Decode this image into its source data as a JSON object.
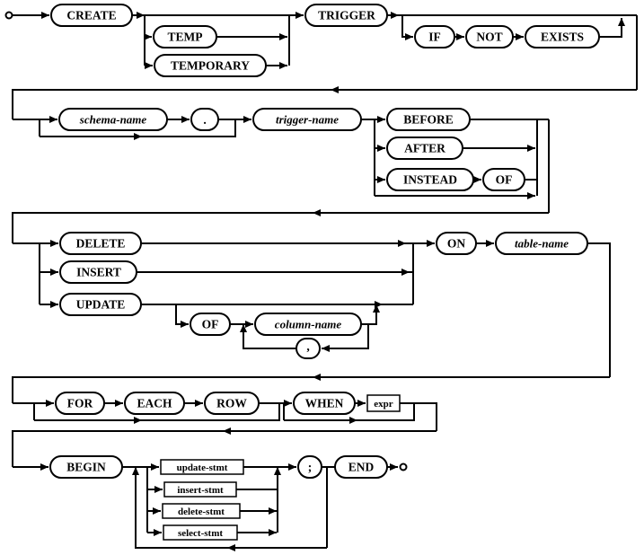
{
  "colors": {
    "line": "#000000",
    "node_border": "#000000",
    "node_fill": "#ffffff",
    "text": "#000000",
    "background": "#ffffff"
  },
  "nodes": {
    "create": "CREATE",
    "temp": "TEMP",
    "temporary": "TEMPORARY",
    "trigger": "TRIGGER",
    "if_kw": "IF",
    "not_kw": "NOT",
    "exists_kw": "EXISTS",
    "schema_name": "schema-name",
    "dot": ".",
    "trigger_name": "trigger-name",
    "before": "BEFORE",
    "after": "AFTER",
    "instead": "INSTEAD",
    "of_kw": "OF",
    "delete_kw": "DELETE",
    "insert_kw": "INSERT",
    "update_kw": "UPDATE",
    "column_name": "column-name",
    "comma": ",",
    "on_kw": "ON",
    "table_name": "table-name",
    "for_kw": "FOR",
    "each_kw": "EACH",
    "row_kw": "ROW",
    "when_kw": "WHEN",
    "expr": "expr",
    "begin_kw": "BEGIN",
    "update_stmt": "update-stmt",
    "insert_stmt": "insert-stmt",
    "delete_stmt": "delete-stmt",
    "select_stmt": "select-stmt",
    "semicolon": ";",
    "end_kw": "END"
  }
}
